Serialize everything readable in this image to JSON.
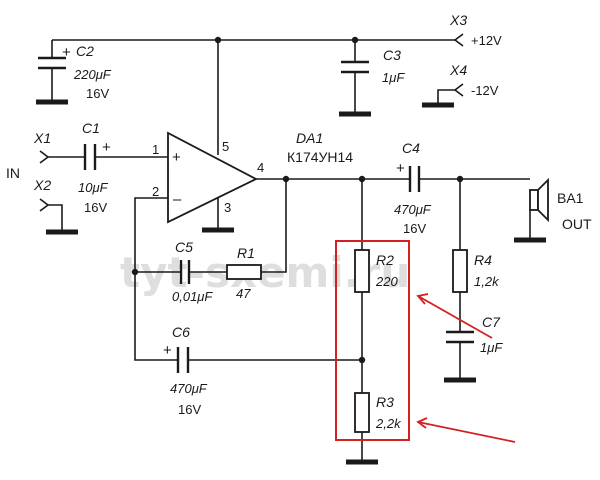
{
  "watermark": "tyt-sxemi.ru",
  "labels": {
    "in": "IN",
    "out": "OUT",
    "pin1": "1",
    "pin2": "2",
    "pin3": "3",
    "pin4": "4",
    "pin5": "5"
  },
  "opamp": {
    "ref": "DA1",
    "part": "К174УН14"
  },
  "connectors": {
    "x1": "X1",
    "x2": "X2",
    "x3": "X3",
    "x3_voltage": "+12V",
    "x4": "X4",
    "x4_voltage": "-12V"
  },
  "speaker": {
    "ref": "BA1"
  },
  "components": {
    "c1": {
      "ref": "C1",
      "value": "10μF",
      "voltage": "16V",
      "polarity": "+"
    },
    "c2": {
      "ref": "C2",
      "value": "220μF",
      "voltage": "16V",
      "polarity": "+"
    },
    "c3": {
      "ref": "C3",
      "value": "1μF"
    },
    "c4": {
      "ref": "C4",
      "value": "470μF",
      "voltage": "16V",
      "polarity": "+"
    },
    "c5": {
      "ref": "C5",
      "value": "0,01μF"
    },
    "c6": {
      "ref": "C6",
      "value": "470μF",
      "voltage": "16V",
      "polarity": "+"
    },
    "c7": {
      "ref": "C7",
      "value": "1μF"
    },
    "r1": {
      "ref": "R1",
      "value": "47"
    },
    "r2": {
      "ref": "R2",
      "value": "220"
    },
    "r3": {
      "ref": "R3",
      "value": "2,2k"
    },
    "r4": {
      "ref": "R4",
      "value": "1,2k"
    }
  },
  "colors": {
    "line": "#1a1a1a",
    "highlight": "#d42020",
    "watermark": "#b8b8b8"
  }
}
